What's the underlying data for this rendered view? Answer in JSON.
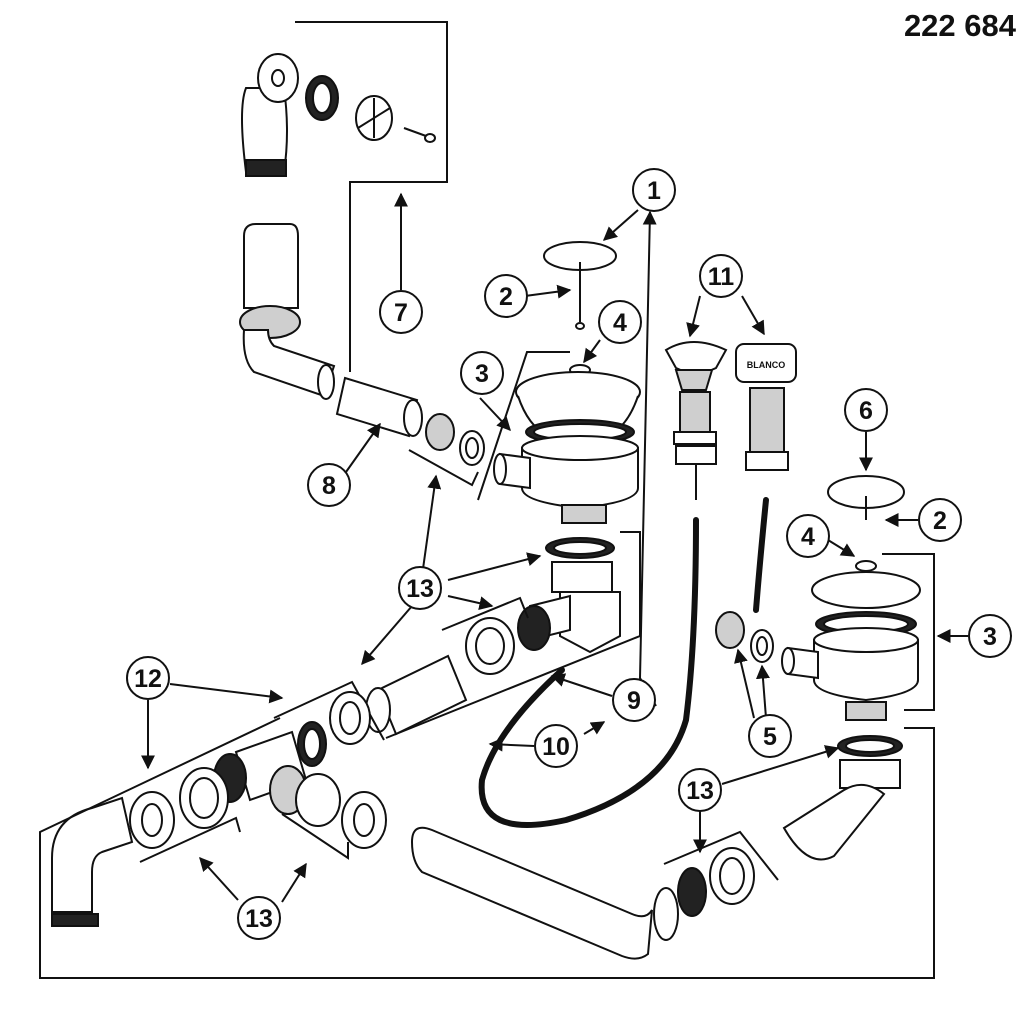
{
  "title": {
    "code": "222 684"
  },
  "callouts": [
    {
      "id": "c1a",
      "label": "1"
    },
    {
      "id": "c2a",
      "label": "2"
    },
    {
      "id": "c3a",
      "label": "3"
    },
    {
      "id": "c4a",
      "label": "4"
    },
    {
      "id": "c7",
      "label": "7"
    },
    {
      "id": "c8",
      "label": "8"
    },
    {
      "id": "c11",
      "label": "11"
    },
    {
      "id": "c6",
      "label": "6"
    },
    {
      "id": "c2b",
      "label": "2"
    },
    {
      "id": "c4b",
      "label": "4"
    },
    {
      "id": "c3b",
      "label": "3"
    },
    {
      "id": "c13a",
      "label": "13"
    },
    {
      "id": "c12",
      "label": "12"
    },
    {
      "id": "c9",
      "label": "9"
    },
    {
      "id": "c10",
      "label": "10"
    },
    {
      "id": "c5",
      "label": "5"
    },
    {
      "id": "c13b",
      "label": "13"
    },
    {
      "id": "c13c",
      "label": "13"
    }
  ],
  "parts": {
    "overflow_brand": "BLANCO"
  },
  "colors": {
    "line": "#111111",
    "fill": "#ffffff",
    "shade": "#cfcfcf",
    "hose": "#111111"
  },
  "icons": {
    "callout_marker": "circled-number",
    "arrow": "arrowhead"
  }
}
